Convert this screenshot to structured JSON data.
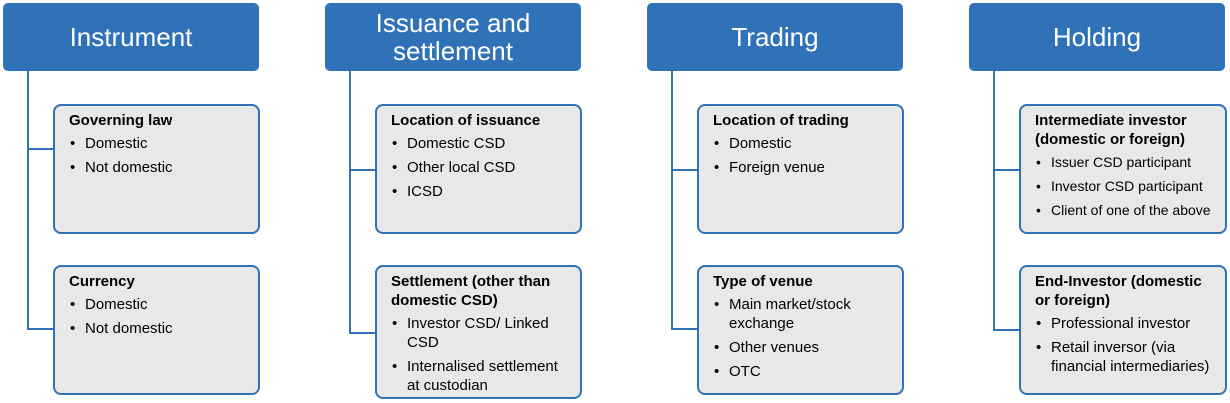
{
  "columns": [
    {
      "header": "Instrument",
      "boxes": [
        {
          "title": "Governing law",
          "items": [
            "Domestic",
            "Not domestic"
          ]
        },
        {
          "title": "Currency",
          "items": [
            "Domestic",
            "Not domestic"
          ]
        }
      ]
    },
    {
      "header": "Issuance and settlement",
      "boxes": [
        {
          "title": "Location of issuance",
          "items": [
            "Domestic CSD",
            "Other local CSD",
            "ICSD"
          ]
        },
        {
          "title": "Settlement (other than domestic CSD)",
          "items": [
            "Investor CSD/ Linked CSD",
            "Internalised settlement at custodian"
          ]
        }
      ]
    },
    {
      "header": "Trading",
      "boxes": [
        {
          "title": "Location of trading",
          "items": [
            "Domestic",
            "Foreign venue"
          ]
        },
        {
          "title": "Type of venue",
          "items": [
            "Main market/stock exchange",
            "Other venues",
            "OTC"
          ]
        }
      ]
    },
    {
      "header": "Holding",
      "boxes": [
        {
          "title": "Intermediate investor (domestic or foreign)",
          "items": [
            "Issuer CSD participant",
            "Investor CSD participant",
            "Client of one of the above"
          ]
        },
        {
          "title": "End-Investor (domestic or foreign)",
          "items": [
            "Professional investor",
            "Retail inversor (via financial intermediaries)"
          ]
        }
      ]
    }
  ],
  "colors": {
    "header_fill": "#2f72b8",
    "header_text": "#ffffff",
    "box_fill": "#e8e8e8",
    "box_border": "#2f72b8",
    "connector": "#2f72b8"
  }
}
